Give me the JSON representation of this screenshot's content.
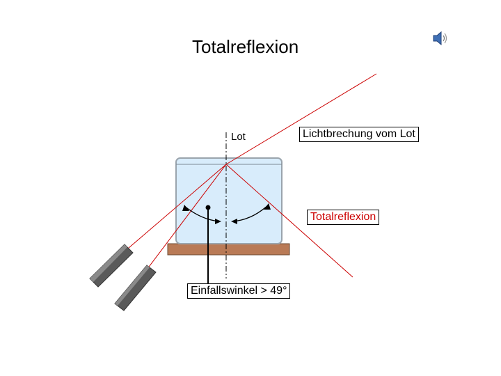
{
  "slide": {
    "title": "Totalreflexion",
    "lot_label": "Lot",
    "brechung_label": "Lichtbrechung vom Lot",
    "total_label": "Totalreflexion",
    "angle_label": "Einfallswinkel > 49°"
  },
  "icons": {
    "speaker": "speaker-icon"
  },
  "colors": {
    "ray": "#cc0000",
    "water": "#d8ecfb",
    "stand": "#b97a56",
    "lamp": "#555555"
  }
}
